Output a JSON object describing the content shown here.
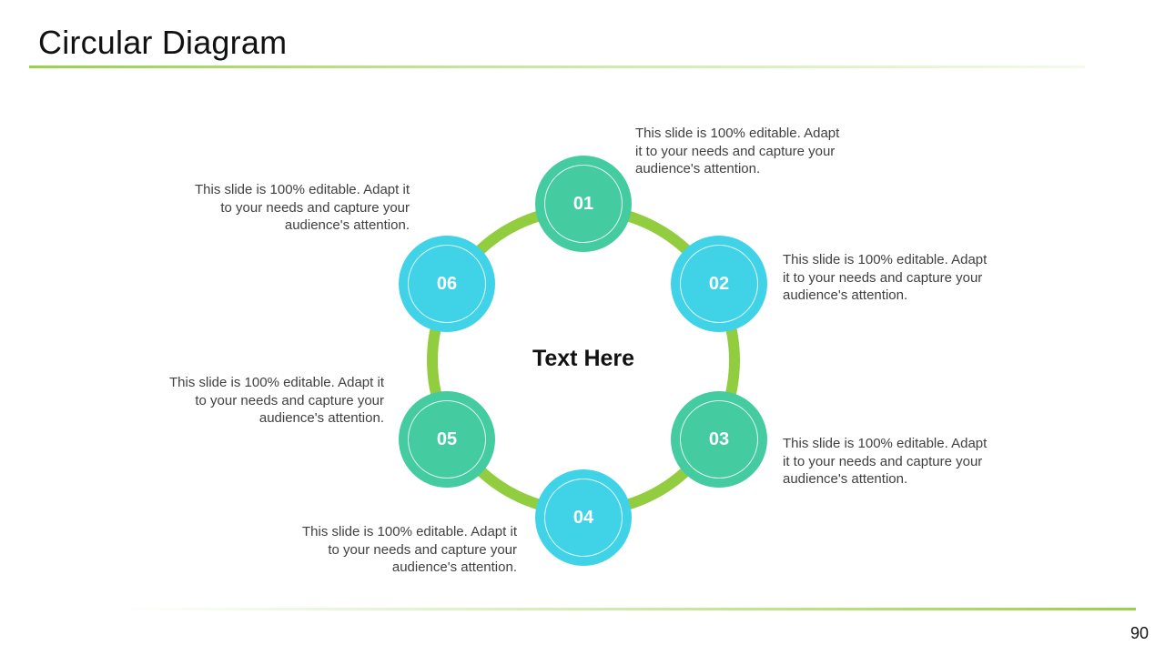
{
  "slide": {
    "title": "Circular Diagram",
    "page_number": "90",
    "center_text": "Text Here"
  },
  "colors": {
    "ring": "#92cc3f",
    "node_green": "#45cba0",
    "node_cyan": "#40d3e7",
    "accent_line": "#9bcf4c"
  },
  "nodes": [
    {
      "label": "01",
      "color": "green"
    },
    {
      "label": "02",
      "color": "cyan"
    },
    {
      "label": "03",
      "color": "green"
    },
    {
      "label": "04",
      "color": "cyan"
    },
    {
      "label": "05",
      "color": "green"
    },
    {
      "label": "06",
      "color": "cyan"
    }
  ],
  "descriptions": [
    {
      "line1": "This slide is 100% editable. Adapt",
      "line2": "it to your needs and capture your",
      "line3": "audience's attention."
    },
    {
      "line1": "This slide is 100% editable. Adapt",
      "line2": "it to your needs and capture your",
      "line3": "audience's attention."
    },
    {
      "line1": "This slide is 100% editable. Adapt",
      "line2": "it to your needs and capture your",
      "line3": "audience's attention."
    },
    {
      "line1": "This slide is 100% editable. Adapt it",
      "line2": "to your needs and capture your",
      "line3": "audience's attention."
    },
    {
      "line1": "This slide is 100% editable. Adapt it",
      "line2": "to your needs and capture your",
      "line3": "audience's attention."
    },
    {
      "line1": "This slide is 100% editable. Adapt it",
      "line2": "to your needs and capture your",
      "line3": "audience's attention."
    }
  ]
}
